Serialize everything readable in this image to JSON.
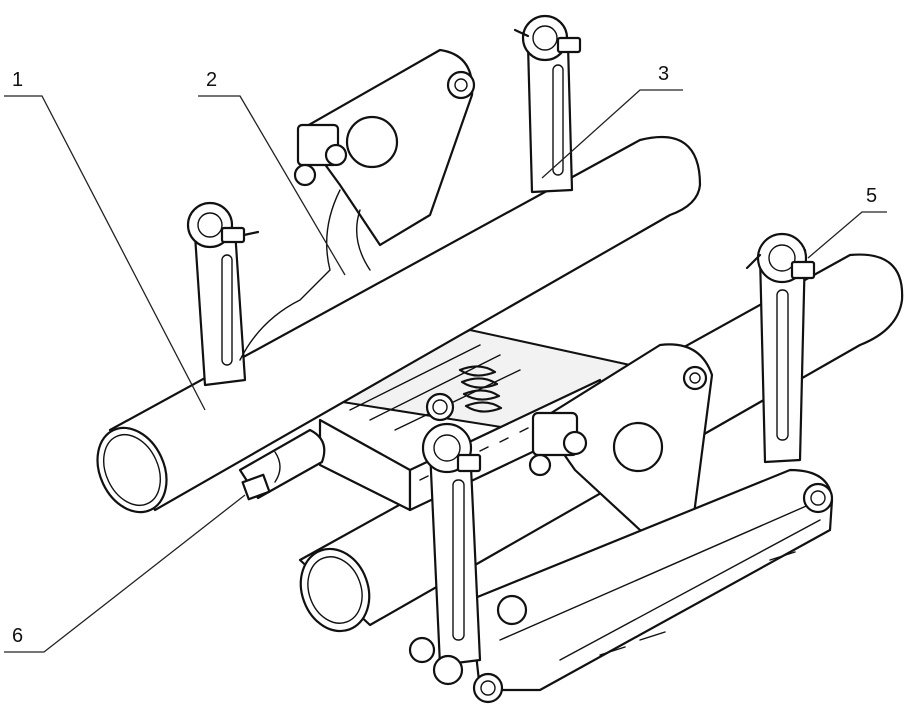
{
  "callouts": [
    {
      "id": "1",
      "text": "1"
    },
    {
      "id": "2",
      "text": "2"
    },
    {
      "id": "3",
      "text": "3"
    },
    {
      "id": "5",
      "text": "5"
    },
    {
      "id": "6",
      "text": "6"
    }
  ]
}
